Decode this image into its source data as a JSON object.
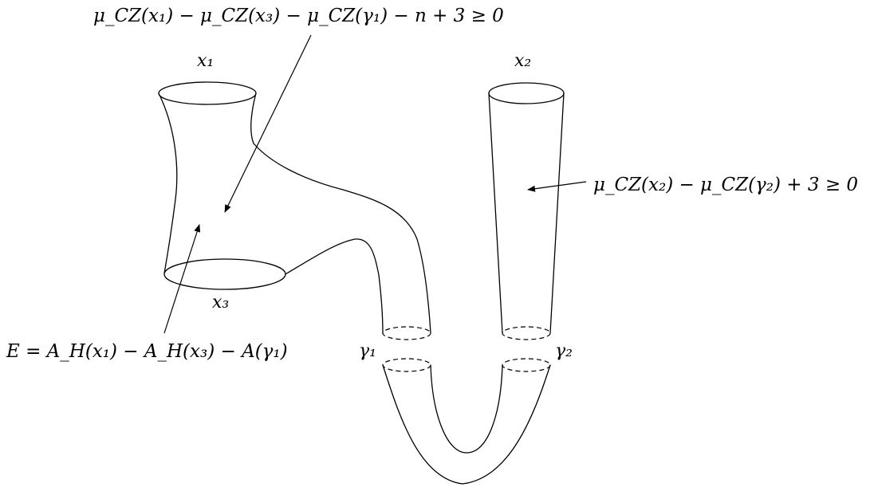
{
  "labels": {
    "x1": "x₁",
    "x2": "x₂",
    "x3": "x₃",
    "gamma1": "γ₁",
    "gamma2": "γ₂",
    "top_inequality": "μ_CZ(x₁) − μ_CZ(x₃) − μ_CZ(γ₁) − n + 3 ≥ 0",
    "right_inequality": "μ_CZ(x₂) − μ_CZ(γ₂) + 3 ≥ 0",
    "energy": "E = A_H(x₁) − A_H(x₃) − A(γ₁)"
  }
}
